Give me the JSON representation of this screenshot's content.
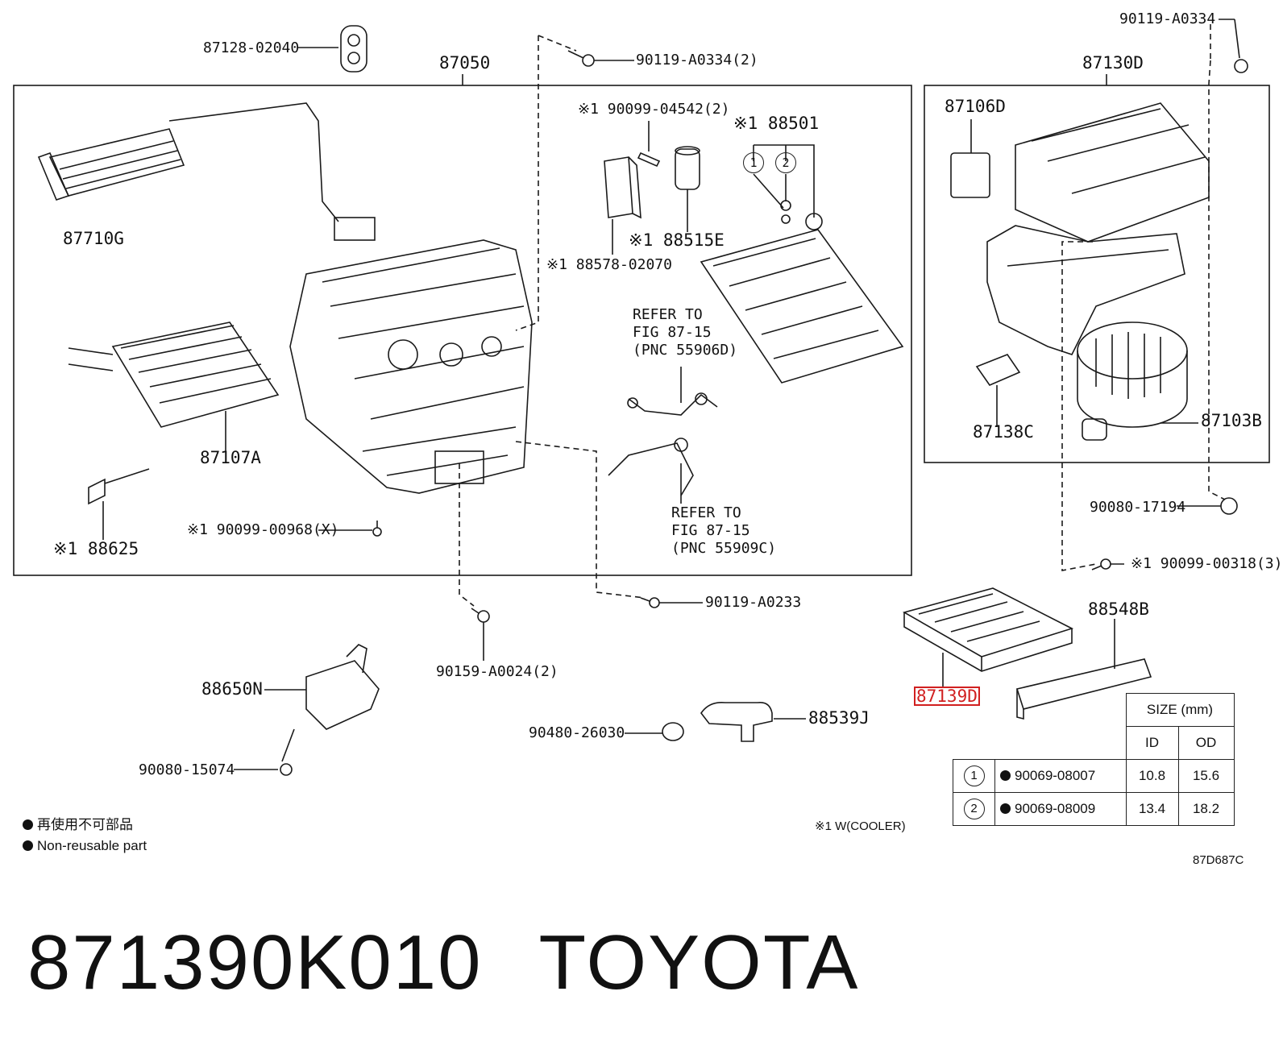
{
  "callouts": {
    "p87128": "87128-02040",
    "p87050": "87050",
    "p90119_top2": "90119-A0334(2)",
    "p90099_04542": "※1 90099-04542(2)",
    "p88501": "※1 88501",
    "p87710g": "87710G",
    "p88515e": "※1 88515E",
    "p88578": "※1 88578-02070",
    "refer1_l1": "REFER TO",
    "refer1_l2": "FIG 87-15",
    "refer1_l3": "(PNC 55906D)",
    "p87107a": "87107A",
    "refer2_l1": "REFER TO",
    "refer2_l2": "FIG 87-15",
    "refer2_l3": "(PNC 55909C)",
    "p88625": "※1 88625",
    "p90099_00968": "※1 90099-00968(X)",
    "p90119_a0334_right": "90119-A0334",
    "p87130d": "87130D",
    "p87106d": "87106D",
    "p87138c": "87138C",
    "p87103b": "87103B",
    "p90080_17194": "90080-17194",
    "p90099_00318": "※1 90099-00318(3)",
    "p90119_a0233": "90119-A0233",
    "p90159": "90159-A0024(2)",
    "p88548b": "88548B",
    "p87139d": "87139D",
    "p88650n": "88650N",
    "p90480": "90480-26030",
    "p88539j": "88539J",
    "p90080_15074": "90080-15074",
    "circle1": "1",
    "circle2": "2"
  },
  "legend": {
    "line_jp": "再使用不可部品",
    "line_en": "Non-reusable part"
  },
  "note_w_cooler": "※1 W(COOLER)",
  "diagram_code": "87D687C",
  "size_table": {
    "header": "SIZE (mm)",
    "col_id": "ID",
    "col_od": "OD",
    "rows": [
      {
        "num": "1",
        "part": "90069-08007",
        "id": "10.8",
        "od": "15.6"
      },
      {
        "num": "2",
        "part": "90069-08009",
        "id": "13.4",
        "od": "18.2"
      }
    ]
  },
  "footer": {
    "part_number": "871390K010",
    "brand": "TOYOTA"
  },
  "colors": {
    "highlight": "#d12020",
    "ink": "#111111"
  }
}
